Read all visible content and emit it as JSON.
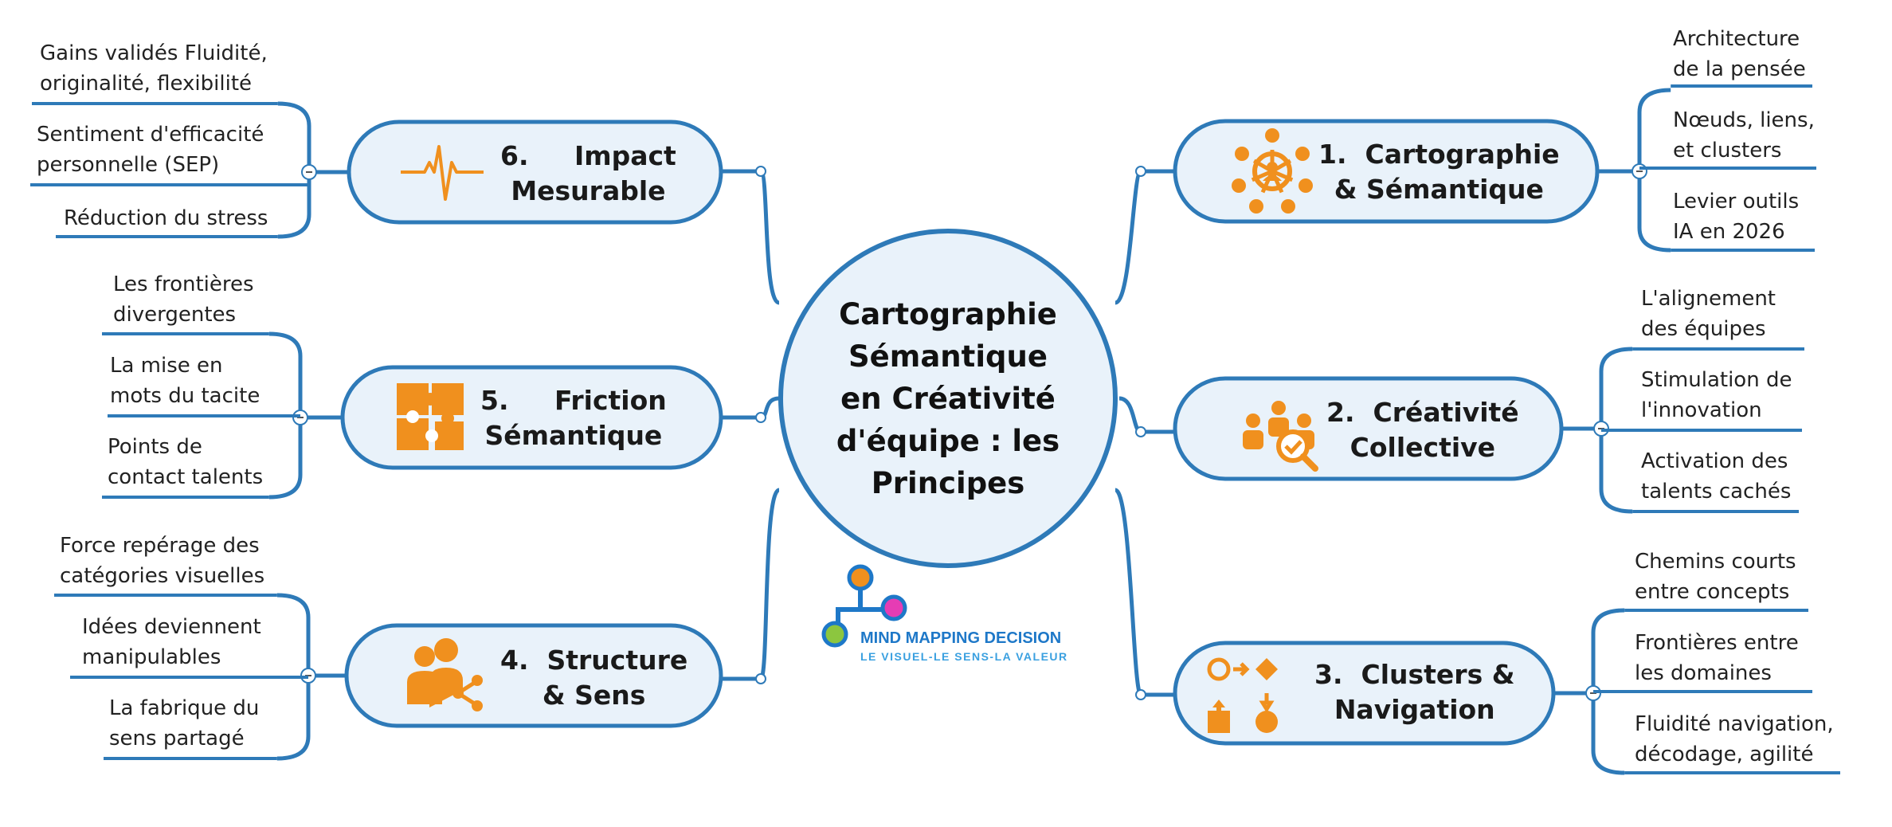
{
  "colors": {
    "line": "#2e7ab8",
    "fill": "#e9f2fa",
    "icon": "#f0901e",
    "logo_blue": "#1e78c8",
    "logo_green": "#8cc63f",
    "logo_pink": "#e63cb4",
    "logo_orange": "#f0901e"
  },
  "central": {
    "lines": [
      "Cartographie",
      "Sémantique",
      "en Créativité",
      "d'équipe : les",
      "Principes"
    ]
  },
  "branches": [
    {
      "id": "b1",
      "icon": "network-people-icon",
      "lines": [
        "1.  Cartographie",
        "& Sémantique"
      ],
      "leaves": [
        {
          "lines": [
            "Architecture",
            "de la pensée"
          ]
        },
        {
          "lines": [
            "Nœuds, liens,",
            "et clusters"
          ]
        },
        {
          "lines": [
            "Levier outils",
            "IA en 2026"
          ]
        }
      ]
    },
    {
      "id": "b2",
      "icon": "team-search-icon",
      "lines": [
        "2.  Créativité",
        "Collective"
      ],
      "leaves": [
        {
          "lines": [
            "L'alignement",
            "des équipes"
          ]
        },
        {
          "lines": [
            "Stimulation de",
            "l'innovation"
          ]
        },
        {
          "lines": [
            "Activation des",
            "talents cachés"
          ]
        }
      ]
    },
    {
      "id": "b3",
      "icon": "shapes-flow-icon",
      "lines": [
        "3.  Clusters &",
        "Navigation"
      ],
      "leaves": [
        {
          "lines": [
            "Chemins courts",
            "entre concepts"
          ]
        },
        {
          "lines": [
            "Frontières entre",
            "les domaines"
          ]
        },
        {
          "lines": [
            "Fluidité navigation,",
            "décodage, agilité"
          ]
        }
      ]
    },
    {
      "id": "b4",
      "icon": "people-share-icon",
      "lines": [
        "4.  Structure",
        "& Sens"
      ],
      "leaves": [
        {
          "lines": [
            "Force repérage des",
            "catégories visuelles"
          ]
        },
        {
          "lines": [
            "Idées deviennent",
            "manipulables"
          ]
        },
        {
          "lines": [
            "La fabrique du",
            "sens partagé"
          ]
        }
      ]
    },
    {
      "id": "b5",
      "icon": "puzzle-icon",
      "lines": [
        "5.     Friction",
        "Sémantique"
      ],
      "leaves": [
        {
          "lines": [
            "Les frontières",
            "divergentes"
          ]
        },
        {
          "lines": [
            "La mise en",
            "mots du tacite"
          ]
        },
        {
          "lines": [
            "Points de",
            "contact talents"
          ]
        }
      ]
    },
    {
      "id": "b6",
      "icon": "pulse-icon",
      "lines": [
        "6.     Impact",
        "Mesurable"
      ],
      "leaves": [
        {
          "lines": [
            "Gains validés Fluidité,",
            "originalité, flexibilité"
          ]
        },
        {
          "lines": [
            "Sentiment d'efficacité",
            "personnelle (SEP)"
          ]
        },
        {
          "lines": [
            "Réduction du stress"
          ]
        }
      ]
    }
  ],
  "logo": {
    "name": "MIND MAPPING DECISION",
    "tagline": "LE VISUEL-LE SENS-LA VALEUR"
  }
}
